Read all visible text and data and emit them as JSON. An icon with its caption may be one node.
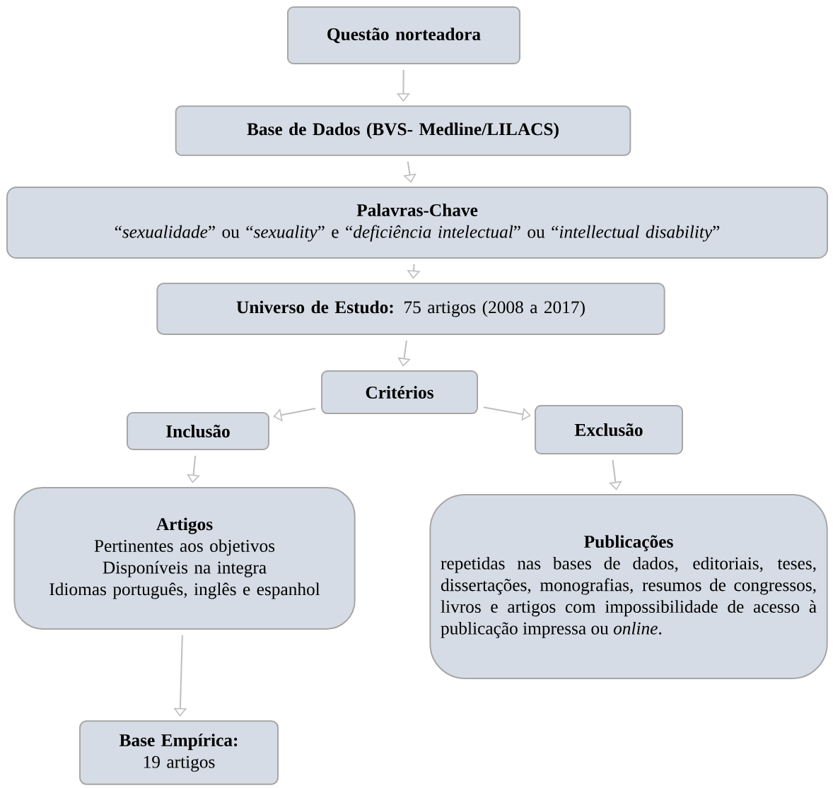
{
  "diagram": {
    "nodes": [
      {
        "text": [
          "Questão norteadora"
        ]
      },
      {
        "text": [
          "Base de Dados (BVS- Medline/LILACS)"
        ]
      },
      {
        "text": [
          "Palavras-Chave",
          "“*sexualidade*” ou “*sexuality*” e “*deficiência intelectual*” ou “*intellectual disability*”"
        ]
      },
      {
        "text": [
          "**Universo de Estudo:** 75 artigos (2008 a 2017)"
        ]
      },
      {
        "text": [
          "Critérios"
        ]
      },
      {
        "text": [
          "Inclusão"
        ]
      },
      {
        "text": [
          "Exclusão"
        ]
      },
      {
        "text": [
          "Artigos",
          "Pertinentes aos objetivos",
          "Disponíveis na integra",
          "Idiomas português, inglês e espanhol"
        ]
      },
      {
        "text": [
          "Publicações",
          "repetidas nas bases de dados, editoriais, teses, dissertações, monografias, resumos de congressos, livros e artigos com impossibilidade de acesso à publicação impressa ou *online*."
        ]
      },
      {
        "text": [
          "Base Empírica:",
          "19 artigos"
        ]
      }
    ],
    "edges": [
      {
        "from": 0,
        "to": 1,
        "arrow": "to"
      },
      {
        "from": 1,
        "to": 2,
        "arrow": "to"
      },
      {
        "from": 2,
        "to": 3,
        "arrow": "to"
      },
      {
        "from": 3,
        "to": 4,
        "arrow": "to"
      },
      {
        "from": 4,
        "to": 5,
        "arrow": "to"
      },
      {
        "from": 4,
        "to": 6,
        "arrow": "to"
      },
      {
        "from": 5,
        "to": 7,
        "arrow": "to"
      },
      {
        "from": 6,
        "to": 8,
        "arrow": "to"
      },
      {
        "from": 7,
        "to": 9,
        "arrow": "to"
      }
    ]
  }
}
